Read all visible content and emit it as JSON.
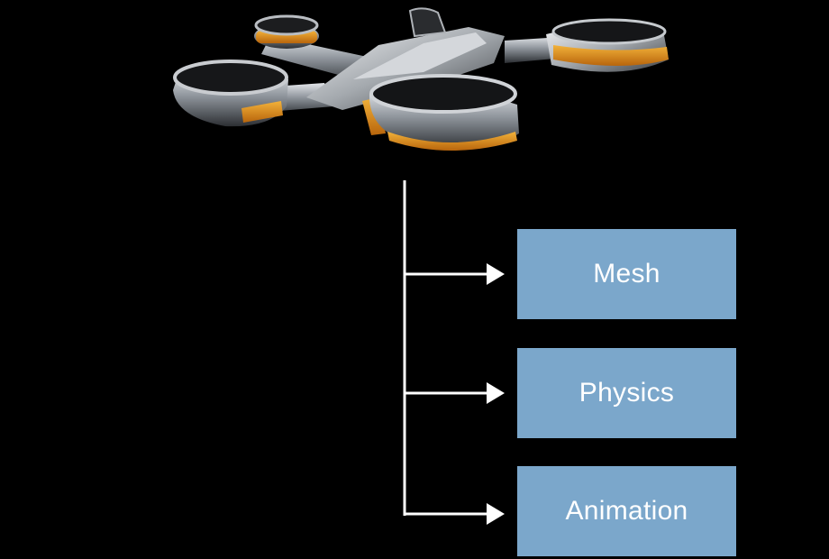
{
  "illustration": {
    "subject": "drone-model",
    "body_color": "#8f959c",
    "accent_color": "#d9901a"
  },
  "connector": {
    "color": "#ffffff"
  },
  "components": [
    {
      "label": "Mesh",
      "color": "#7ba7cb"
    },
    {
      "label": "Physics",
      "color": "#7ba7cb"
    },
    {
      "label": "Animation",
      "color": "#7ba7cb"
    }
  ]
}
